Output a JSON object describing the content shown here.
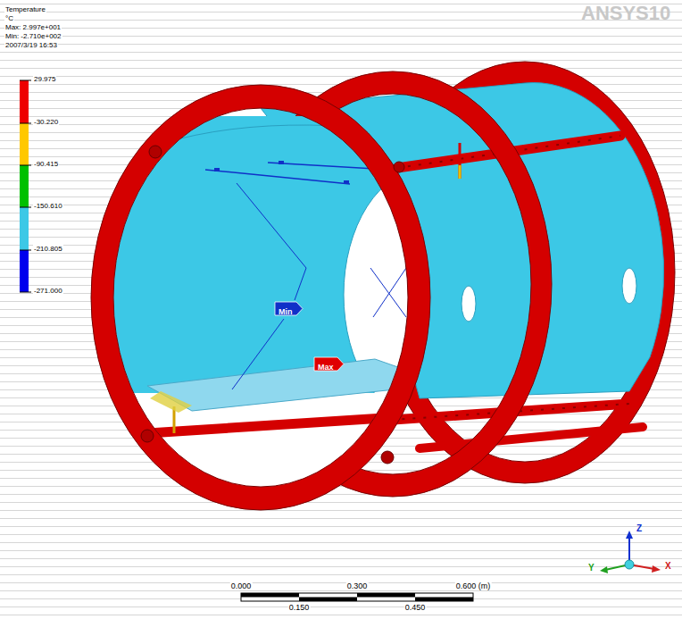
{
  "diagram": {
    "title": "Temperature",
    "nodes": [
      {
        "text": [
          "Min"
        ]
      },
      {
        "text": [
          "Max"
        ]
      }
    ],
    "labels": [
      "°C",
      "Max: 2.997e+001",
      "Min: -2.710e+002",
      "2007/3/19 16:53",
      "-271.000",
      "ANSYS10",
      "0.000",
      "0.300",
      "0.600 (m)",
      "0.150",
      "0.450",
      "Z",
      "Y",
      "X"
    ],
    "legend": [
      {
        "text": "29.975",
        "color": "#ee0000"
      },
      {
        "text": "-30.220",
        "color": "#ffc800"
      },
      {
        "text": "-90.415",
        "color": "#00c000"
      },
      {
        "text": "-150.610",
        "color": "#3cc8e6"
      },
      {
        "text": "-210.805",
        "color": "#0000ee"
      }
    ]
  }
}
